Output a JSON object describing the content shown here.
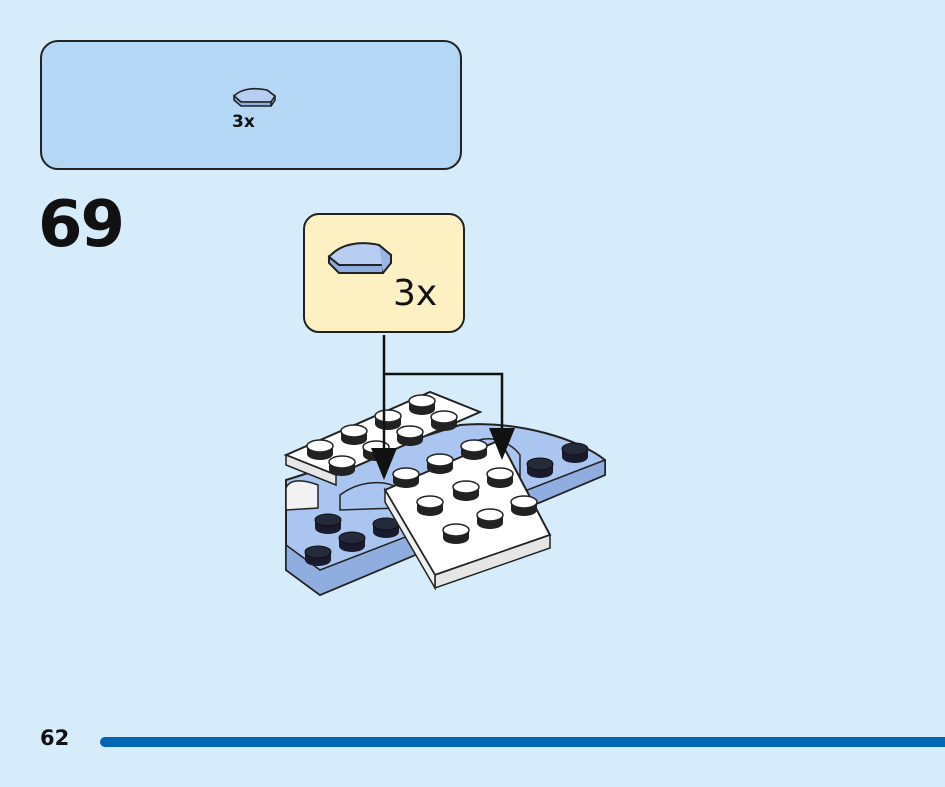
{
  "parts_list": {
    "count": "3x",
    "part_icon": "quarter-round-tile-icon"
  },
  "step": {
    "number": "69"
  },
  "callout": {
    "count": "3x",
    "part_icon": "quarter-round-tile-icon"
  },
  "footer": {
    "page_number": "62"
  },
  "colors": {
    "background": "#d6ecfb",
    "parts_panel": "#b3d7f4",
    "callout": "#fdf1c4",
    "brick_light_blue": "#a9c5f0",
    "brick_white": "#ffffff",
    "page_bar": "#0066b3"
  }
}
